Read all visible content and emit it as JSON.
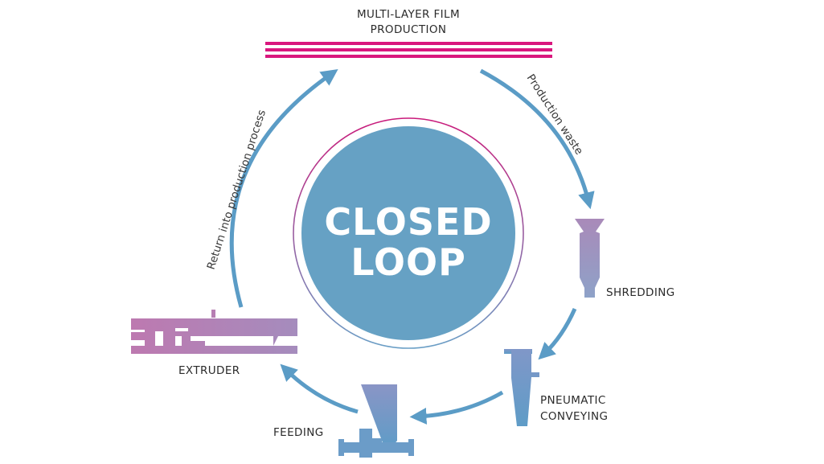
{
  "center": {
    "line1": "CLOSED",
    "line2": "LOOP"
  },
  "stages": {
    "film": {
      "line1": "MULTI-LAYER FILM",
      "line2": "PRODUCTION"
    },
    "shredding": {
      "label": "SHREDDING"
    },
    "pneumatic": {
      "line1": "PNEUMATIC",
      "line2": "CONVEYING"
    },
    "feeding": {
      "label": "FEEDING"
    },
    "extruder": {
      "label": "EXTRUDER"
    }
  },
  "arcs": {
    "waste": "Production waste",
    "return": "Return into production process"
  },
  "colors": {
    "circle": "#66a1c4",
    "arrow": "#5b9cc6",
    "film": "#d9177e",
    "ring_top": "#c9197a",
    "ring_bottom": "#6a9fc6",
    "icon_purple": "#a887b8",
    "icon_blue": "#7a9fc9",
    "extruder_pink": "#b87ab2"
  }
}
